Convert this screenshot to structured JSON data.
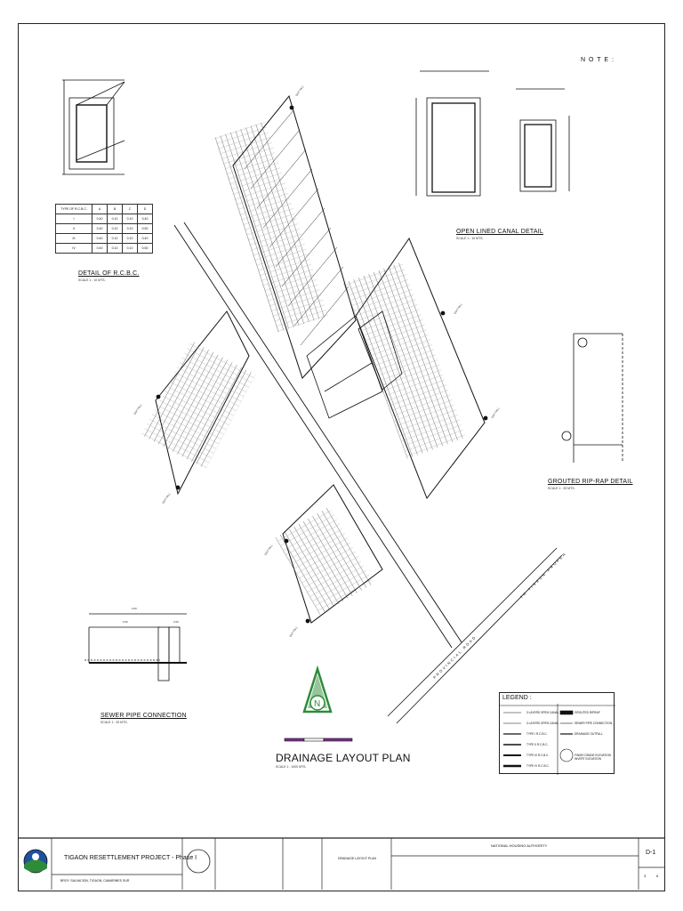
{
  "note": {
    "heading": "N O T E :"
  },
  "details": {
    "rcbc_title": "DETAIL OF R.C.B.C.",
    "rcbc_scale": "SCALE 1 : 10 MTS.",
    "open_canal_title": "OPEN LINED CANAL DETAIL",
    "open_canal_scale": "SCALE 1 : 10 MTS.",
    "riprap_title": "GROUTED RIP-RAP DETAIL",
    "riprap_scale": "SCALE 1 : 20 MTS.",
    "sewer_title": "SEWER PIPE CONNECTION",
    "sewer_scale": "SCALE 1 : 20 MTS.",
    "plan_title": "DRAINAGE LAYOUT PLAN",
    "plan_scale": "SCALE 1 : 1000 MTS.",
    "sewer_dims": [
      "0.60",
      "0.50",
      "0.50"
    ]
  },
  "rcbc_table": {
    "headers": [
      "TYPE OF R.C.B.C.",
      "A",
      "B",
      "C",
      "D"
    ],
    "rows": [
      [
        "I",
        "0.40",
        "0.10",
        "0.10",
        "0.40"
      ],
      [
        "II",
        "0.40",
        "0.10",
        "0.10",
        "0.50"
      ],
      [
        "III",
        "0.40",
        "0.10",
        "0.10",
        "0.40"
      ],
      [
        "IV",
        "0.40",
        "0.10",
        "0.10",
        "0.50"
      ]
    ]
  },
  "outfall_labels": [
    "OUT FALL",
    "OUT FALL",
    "OUT FALL",
    "OUT FALL",
    "OUT FALL",
    "OUT FALL",
    "OUT FALL"
  ],
  "road_label": "PROVINCIAL ROAD",
  "road_label_2": "TO TIGAON PROPER",
  "legend": {
    "title": "LEGEND :",
    "left_items": [
      "3 LAYERS OPEN CANAL",
      "3 LAYERS OPEN CANAL",
      "TYPE I R.C.B.C.",
      "TYPE II R.C.B.C.",
      "TYPE III R.C.B.C.",
      "TYPE IV R.C.B.C."
    ],
    "right_items": [
      "GROUTED RIPRAP",
      "SEWER PIPE CONNECTION",
      "DRAINAGE OUTFALL",
      "FINISH GRADE ELEVATION INVERT ELEVATION"
    ]
  },
  "titleblock": {
    "project": "TIGAON RESETTLEMENT PROJECT - Phase I",
    "location": "BRGY. SALVACION, TIGAON, CAMARINES SUR",
    "agency": "NATIONAL HOUSING AUTHORITY",
    "sheet_no": "D-1",
    "sheet_of": [
      "3",
      "6"
    ],
    "sheet_content": "DRAINAGE LAYOUT PLAN"
  },
  "colors": {
    "line": "#111111",
    "logo_green": "#2e8b3a",
    "logo_blue": "#2050a0",
    "scalebar_purple": "#7b2f8f"
  }
}
